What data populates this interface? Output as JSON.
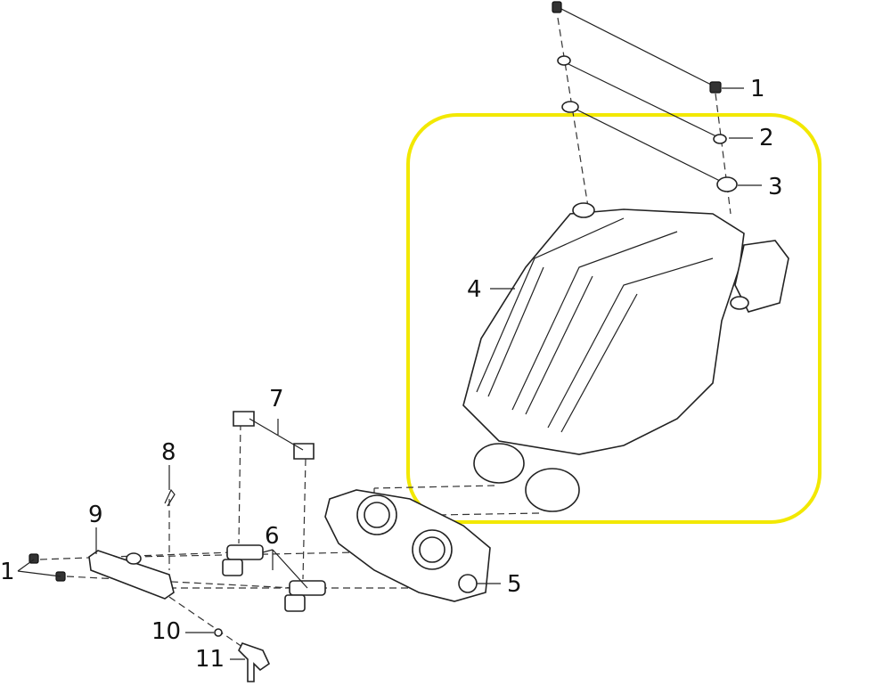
{
  "diagram": {
    "highlight_color": "#f2e800",
    "callouts": [
      {
        "id": "callout-1-top",
        "text": "1"
      },
      {
        "id": "callout-2",
        "text": "2"
      },
      {
        "id": "callout-3",
        "text": "3"
      },
      {
        "id": "callout-4",
        "text": "4"
      },
      {
        "id": "callout-5",
        "text": "5"
      },
      {
        "id": "callout-6",
        "text": "6"
      },
      {
        "id": "callout-7",
        "text": "7"
      },
      {
        "id": "callout-8",
        "text": "8"
      },
      {
        "id": "callout-9",
        "text": "9"
      },
      {
        "id": "callout-10",
        "text": "10"
      },
      {
        "id": "callout-11",
        "text": "11"
      },
      {
        "id": "callout-1-left",
        "text": "1"
      }
    ]
  }
}
